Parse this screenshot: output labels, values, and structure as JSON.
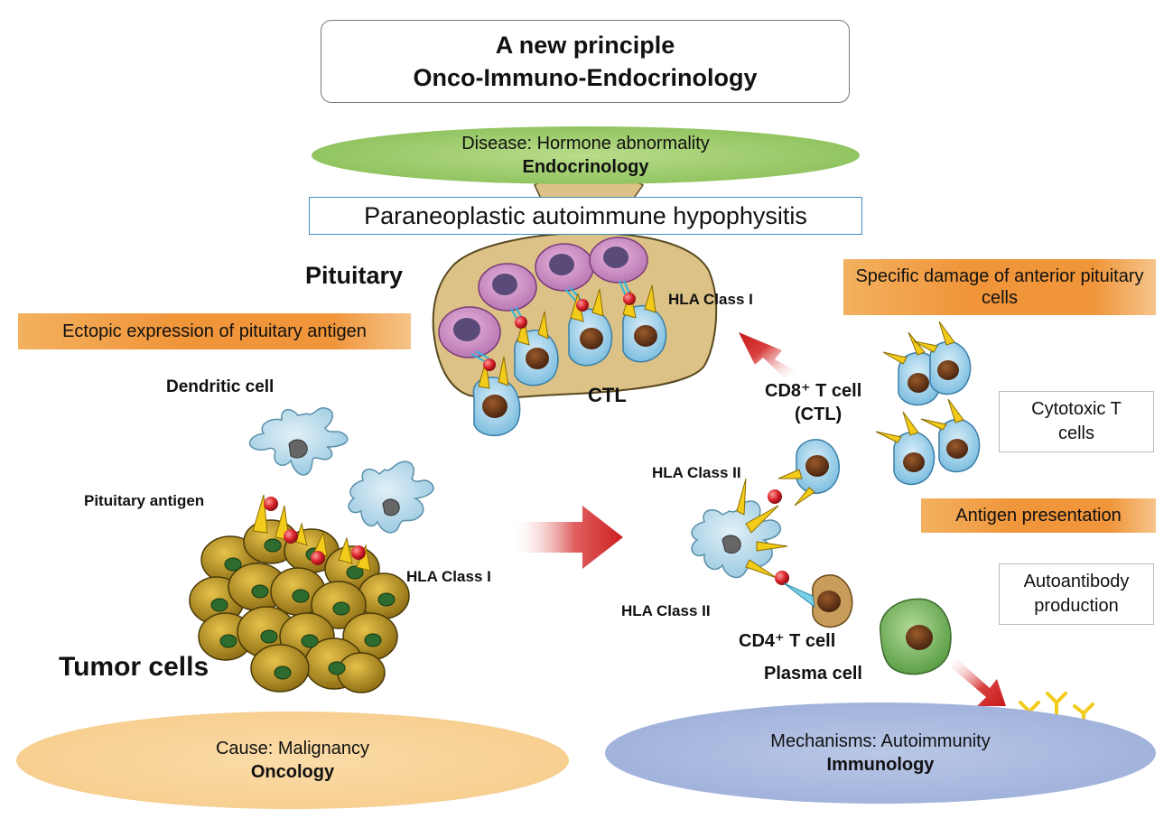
{
  "title": {
    "line1": "A new principle",
    "line2": "Onco-Immuno-Endocrinology"
  },
  "disease": {
    "line1": "Disease: Hormone abnormality",
    "line2": "Endocrinology"
  },
  "main_label": "Paraneoplastic autoimmune hypophysitis",
  "cause": {
    "line1": "Cause: Malignancy",
    "line2": "Oncology"
  },
  "mechanism": {
    "line1": "Mechanisms: Autoimmunity",
    "line2": "Immunology"
  },
  "tags": {
    "ectopic": "Ectopic expression of pituitary antigen",
    "specific_damage": "Specific damage of anterior pituitary cells",
    "antigen_presentation": "Antigen presentation"
  },
  "boxes": {
    "cytotoxic": "Cytotoxic T cells",
    "autoantibody": "Autoantibody production"
  },
  "labels": {
    "pituitary": "Pituitary",
    "hla_class_i_top": "HLA Class I",
    "ctl": "CTL",
    "dendritic_cell": "Dendritic cell",
    "pituitary_antigen": "Pituitary antigen",
    "hla_class_i_tumor": "HLA Class I",
    "tumor_cells": "Tumor cells",
    "cd8_t_cell": "CD8⁺ T cell",
    "cd8_ctl": "(CTL)",
    "hla_class_ii_top": "HLA Class II",
    "hla_class_ii_bottom": "HLA Class II",
    "cd4_t_cell": "CD4⁺ T cell",
    "plasma_cell": "Plasma cell"
  },
  "colors": {
    "arrow": "#d62a2a",
    "pituitary_fill": "#dcc286",
    "t_cell": "#a8d6ee",
    "antigen": "#d8222a",
    "spike": "#f3cb1a",
    "tumor": "#c29a26",
    "plasma_cell": "#79b560"
  }
}
